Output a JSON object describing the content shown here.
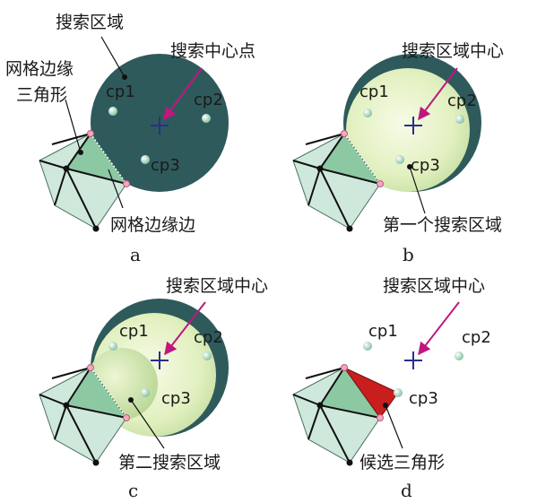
{
  "colors": {
    "search_region": "#2f5a5c",
    "inner_region": "#e6f3c6",
    "mesh_fill": "#cfe8dc",
    "edge_triangle": "#8cc9a3",
    "candidate_triangle": "#c81e1e",
    "center_marker": "#2a2f8a",
    "pointer_arrow": "#c0177f",
    "boundary_point": "#f2a8c0",
    "cp_point": "#b8ddc8"
  },
  "panels": [
    {
      "id": "a",
      "caption": "a",
      "annotations": {
        "search_region": "搜索区域",
        "search_center_point": "搜索中心点",
        "mesh_edge_triangle": "网格边缘三角形",
        "mesh_edge_triangle_line1": "网格边缘",
        "mesh_edge_triangle_line2": "三角形",
        "mesh_edge": "网格边缘边"
      },
      "points": {
        "cp1": "cp1",
        "cp2": "cp2",
        "cp3": "cp3"
      }
    },
    {
      "id": "b",
      "caption": "b",
      "annotations": {
        "search_region_center": "搜索区域中心",
        "first_search_region": "第一个搜索区域"
      },
      "points": {
        "cp1": "cp1",
        "cp2": "cp2",
        "cp3": "cp3"
      }
    },
    {
      "id": "c",
      "caption": "c",
      "annotations": {
        "search_region_center": "搜索区域中心",
        "second_search_region": "第二搜索区域"
      },
      "points": {
        "cp1": "cp1",
        "cp2": "cp2",
        "cp3": "cp3"
      }
    },
    {
      "id": "d",
      "caption": "d",
      "annotations": {
        "search_region_center": "搜索区域中心",
        "candidate_triangle": "候选三角形"
      },
      "points": {
        "cp1": "cp1",
        "cp2": "cp2",
        "cp3": "cp3"
      }
    }
  ]
}
